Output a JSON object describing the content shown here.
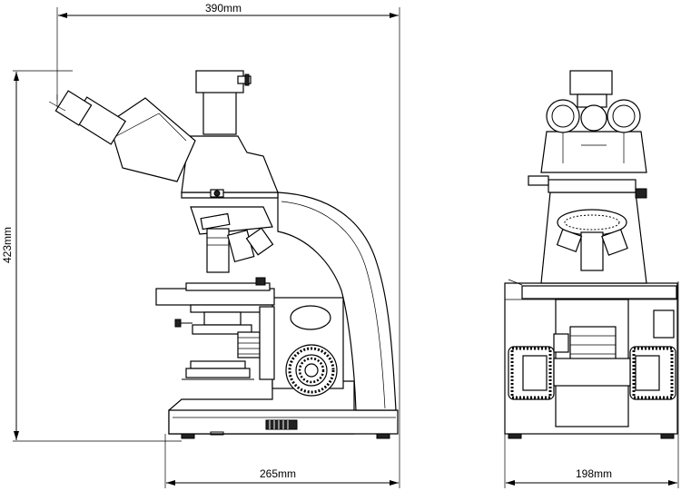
{
  "dimensions": {
    "overall_width": "390mm",
    "overall_height": "423mm",
    "base_depth": "265mm",
    "front_width": "198mm"
  },
  "views": {
    "side": "side-view-microscope",
    "front": "front-view-microscope"
  }
}
